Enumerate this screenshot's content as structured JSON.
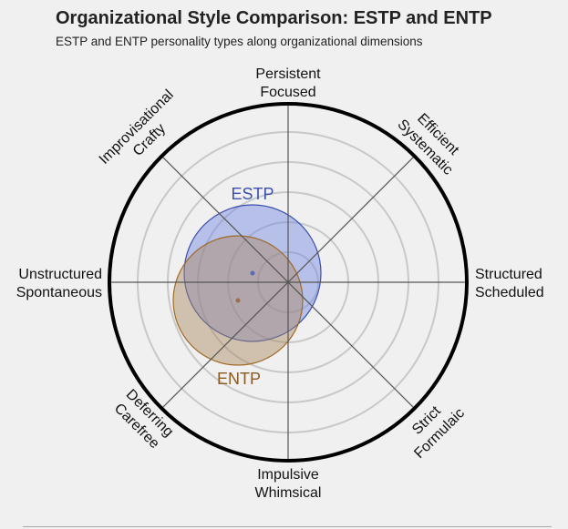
{
  "header": {
    "title": "Organizational Style Comparison: ESTP and ENTP",
    "subtitle": "ESTP and ENTP personality types along organizational dimensions"
  },
  "axes": {
    "top": [
      "Persistent",
      "Focused"
    ],
    "top_right": [
      "Efficient",
      "Systematic"
    ],
    "right": [
      "Structured",
      "Scheduled"
    ],
    "bottom_right": [
      "Strict",
      "Formulaic"
    ],
    "bottom": [
      "Impulsive",
      "Whimsical"
    ],
    "bottom_left": [
      "Deferring",
      "Carefree"
    ],
    "left": [
      "Unstructured",
      "Spontaneous"
    ],
    "top_left": [
      "Improvisational",
      "Crafty"
    ]
  },
  "types": [
    {
      "name": "ESTP",
      "color": "#3a4fb0",
      "fill": "#6f86e0"
    },
    {
      "name": "ENTP",
      "color": "#8a5a20",
      "fill": "#c09a6a"
    }
  ],
  "chart_data": {
    "type": "scatter",
    "subtype": "polar bubble",
    "title": "Organizational Style Comparison: ESTP and ENTP",
    "subtitle": "ESTP and ENTP personality types along organizational dimensions",
    "axes_labels": [
      "Persistent / Focused",
      "Efficient / Systematic",
      "Structured / Scheduled",
      "Strict / Formulaic",
      "Impulsive / Whimsical",
      "Deferring / Carefree",
      "Unstructured / Spontaneous",
      "Improvisational / Crafty"
    ],
    "grid_rings": 5,
    "range": [
      -1,
      1
    ],
    "series": [
      {
        "name": "ESTP",
        "x": -0.2,
        "y": 0.05,
        "radius": 0.38
      },
      {
        "name": "ENTP",
        "x": -0.28,
        "y": -0.1,
        "radius": 0.36
      }
    ]
  }
}
